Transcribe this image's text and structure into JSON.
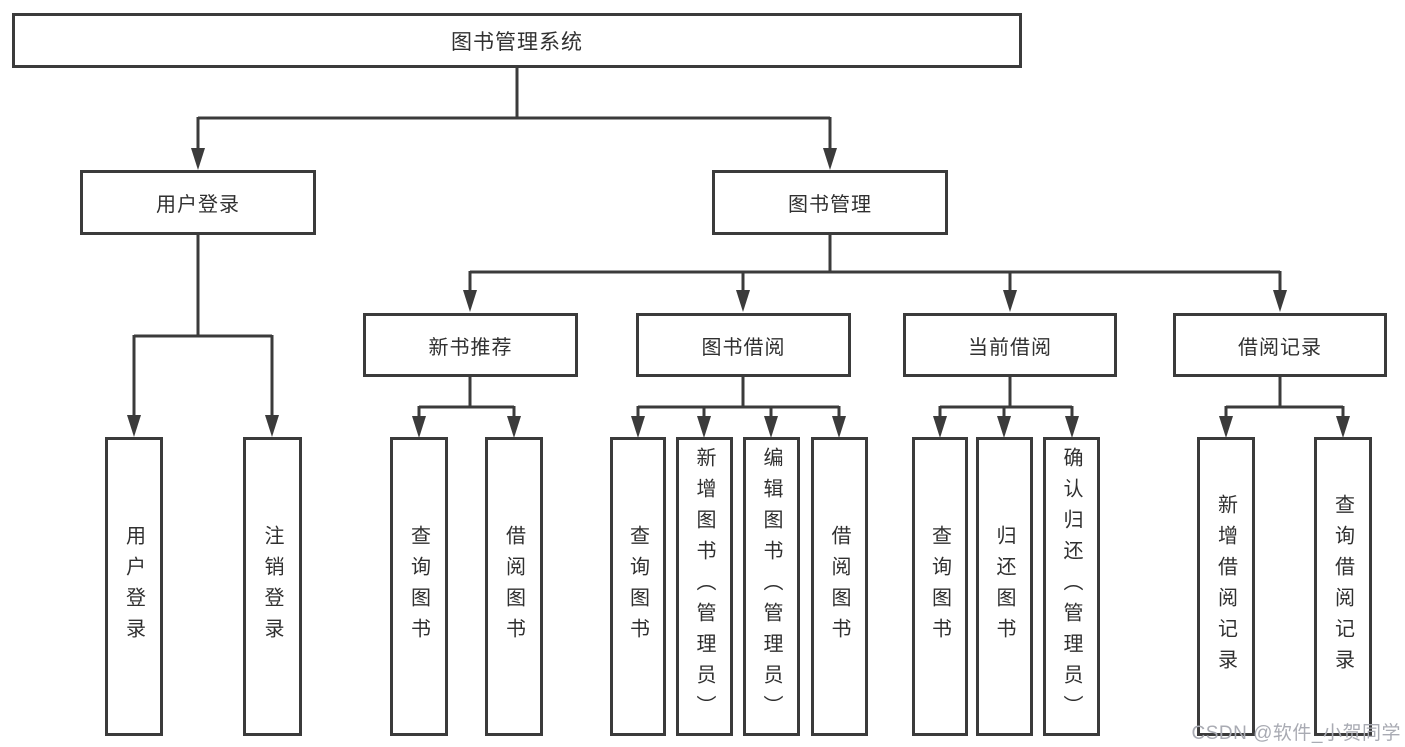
{
  "diagram": {
    "title": "图书管理系统",
    "root": {
      "label": "图书管理系统"
    },
    "level2": {
      "user_login": {
        "label": "用户登录"
      },
      "book_mgmt": {
        "label": "图书管理"
      }
    },
    "level3": {
      "new_book_rec": {
        "label": "新书推荐"
      },
      "book_borrow": {
        "label": "图书借阅"
      },
      "current_borrow": {
        "label": "当前借阅"
      },
      "borrow_record": {
        "label": "借阅记录"
      }
    },
    "leaves": {
      "user_login_action": {
        "label": "用户登录"
      },
      "logout_action": {
        "label": "注销登录"
      },
      "query_book_rec": {
        "label": "查询图书"
      },
      "borrow_book_rec": {
        "label": "借阅图书"
      },
      "query_book_borrow": {
        "label": "查询图书"
      },
      "add_book_admin": {
        "label": "新增图书（管理员）"
      },
      "edit_book_admin": {
        "label": "编辑图书（管理员）"
      },
      "borrow_book_borrow": {
        "label": "借阅图书"
      },
      "query_book_current": {
        "label": "查询图书"
      },
      "return_book": {
        "label": "归还图书"
      },
      "confirm_return_admin": {
        "label": "确认归还（管理员）"
      },
      "add_borrow_record": {
        "label": "新增借阅记录"
      },
      "query_borrow_record": {
        "label": "查询借阅记录"
      }
    },
    "watermark": "CSDN @软件_小贺同学",
    "colors": {
      "line": "#3b3b3b",
      "text": "#303030",
      "watermark": "#a9abb3",
      "box_background": "#ffffff"
    }
  }
}
